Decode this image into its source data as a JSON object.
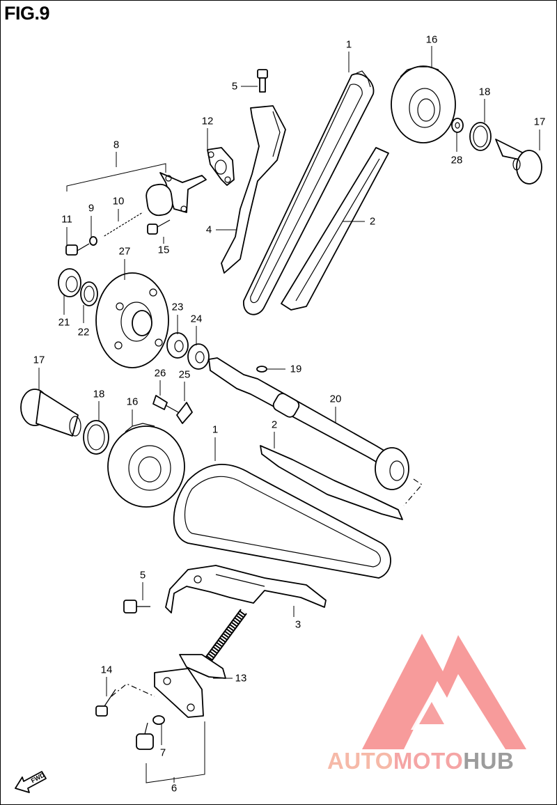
{
  "figure": {
    "title": "FIG.9"
  },
  "callouts": [
    {
      "id": "c1a",
      "text": "1"
    },
    {
      "id": "c16a",
      "text": "16"
    },
    {
      "id": "c5a",
      "text": "5"
    },
    {
      "id": "c18a",
      "text": "18"
    },
    {
      "id": "c17a",
      "text": "17"
    },
    {
      "id": "c12",
      "text": "12"
    },
    {
      "id": "c8",
      "text": "8"
    },
    {
      "id": "c28",
      "text": "28"
    },
    {
      "id": "c2a",
      "text": "2"
    },
    {
      "id": "c4",
      "text": "4"
    },
    {
      "id": "c11",
      "text": "11"
    },
    {
      "id": "c9",
      "text": "9"
    },
    {
      "id": "c10",
      "text": "10"
    },
    {
      "id": "c15",
      "text": "15"
    },
    {
      "id": "c27",
      "text": "27"
    },
    {
      "id": "c21",
      "text": "21"
    },
    {
      "id": "c22",
      "text": "22"
    },
    {
      "id": "c23",
      "text": "23"
    },
    {
      "id": "c24",
      "text": "24"
    },
    {
      "id": "c19",
      "text": "19"
    },
    {
      "id": "c17b",
      "text": "17"
    },
    {
      "id": "c26",
      "text": "26"
    },
    {
      "id": "c25",
      "text": "25"
    },
    {
      "id": "c20",
      "text": "20"
    },
    {
      "id": "c18b",
      "text": "18"
    },
    {
      "id": "c16b",
      "text": "16"
    },
    {
      "id": "c2b",
      "text": "2"
    },
    {
      "id": "c1b",
      "text": "1"
    },
    {
      "id": "c5b",
      "text": "5"
    },
    {
      "id": "c3",
      "text": "3"
    },
    {
      "id": "c14",
      "text": "14"
    },
    {
      "id": "c13",
      "text": "13"
    },
    {
      "id": "c7",
      "text": "7"
    },
    {
      "id": "c6",
      "text": "6"
    }
  ],
  "direction_marker": {
    "text": "FWD"
  },
  "watermark": {
    "part1": "AUTO",
    "part2": "MOTO",
    "part3": "HUB",
    "color_logo": "#f47a7a",
    "color_text_dark": "#9c9c9c"
  }
}
